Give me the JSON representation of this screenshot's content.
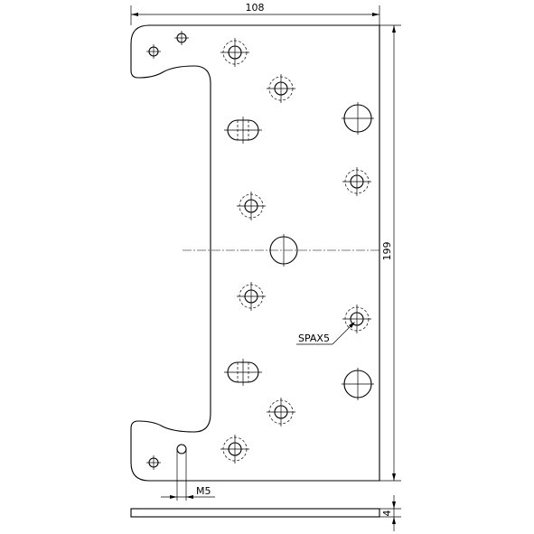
{
  "dimensions": {
    "width": "108",
    "height": "199",
    "thickness": "4"
  },
  "labels": {
    "hole_thread": "M5",
    "screw_spec": "SPAX5"
  }
}
